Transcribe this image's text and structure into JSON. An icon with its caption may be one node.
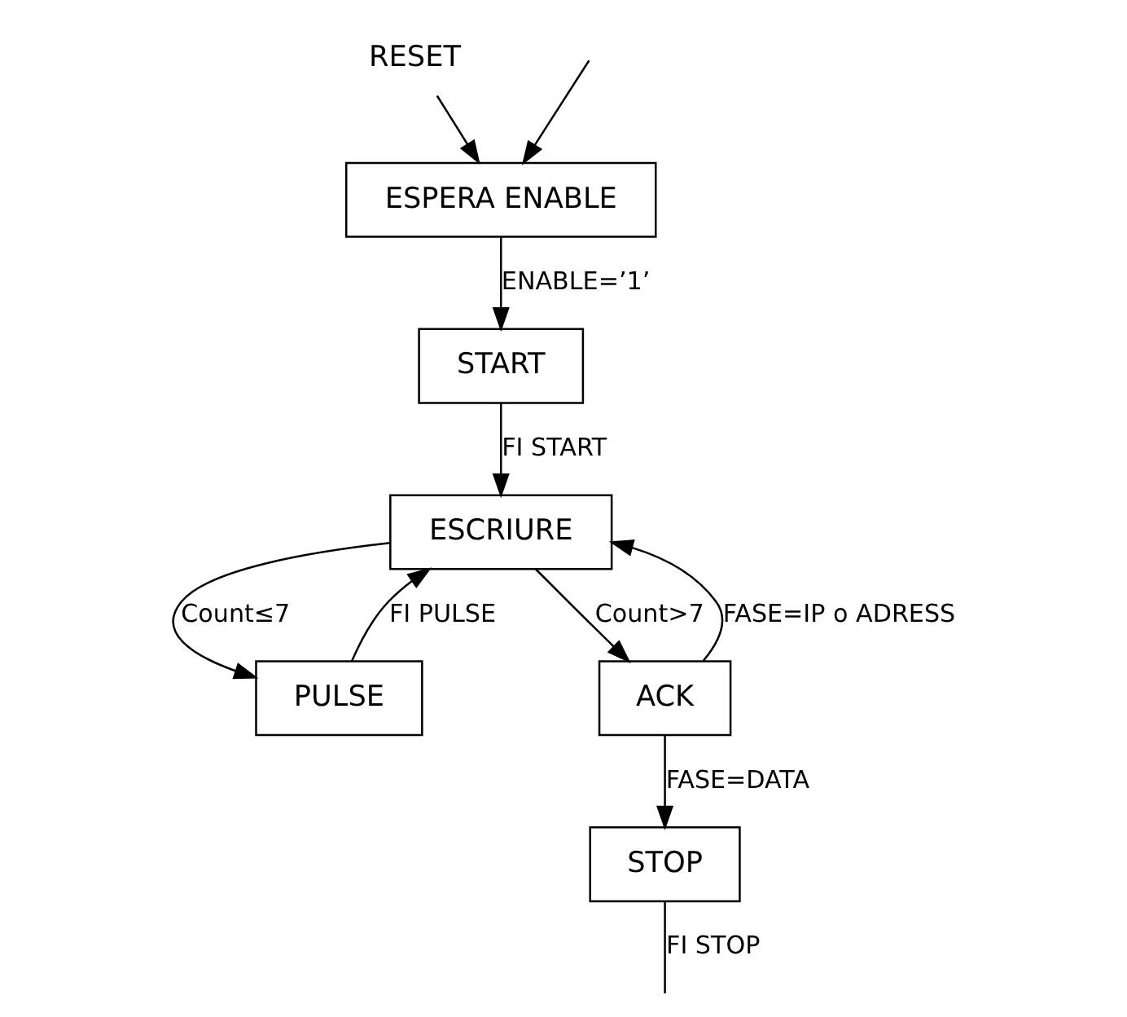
{
  "diagram": {
    "nodes": [
      {
        "text": [
          "RESET"
        ]
      },
      {
        "text": [
          "ESPERA ENABLE"
        ]
      },
      {
        "text": [
          "START"
        ]
      },
      {
        "text": [
          "ESCRIURE"
        ]
      },
      {
        "text": [
          "PULSE"
        ]
      },
      {
        "text": [
          "ACK"
        ]
      },
      {
        "text": [
          "STOP"
        ]
      }
    ],
    "edges": [
      {
        "from": 0,
        "to": 1,
        "arrow": "to"
      },
      {
        "from": 1,
        "to": 2,
        "arrow": "to",
        "label": "ENABLE=’1’"
      },
      {
        "from": 2,
        "to": 3,
        "arrow": "to",
        "label": "FI START"
      },
      {
        "from": 3,
        "to": 4,
        "arrow": "to",
        "label": "Count≤7"
      },
      {
        "from": 4,
        "to": 3,
        "arrow": "to",
        "label": "FI PULSE"
      },
      {
        "from": 3,
        "to": 5,
        "arrow": "to",
        "label": "Count>7"
      },
      {
        "from": 5,
        "to": 3,
        "arrow": "to",
        "label": "FASE=IP o ADRESS"
      },
      {
        "from": 5,
        "to": 6,
        "arrow": "to",
        "label": "FASE=DATA"
      },
      {
        "from": 6,
        "to": null,
        "arrow": "none",
        "label": "FI STOP"
      },
      {
        "from": null,
        "to": 1,
        "arrow": "to"
      }
    ]
  }
}
